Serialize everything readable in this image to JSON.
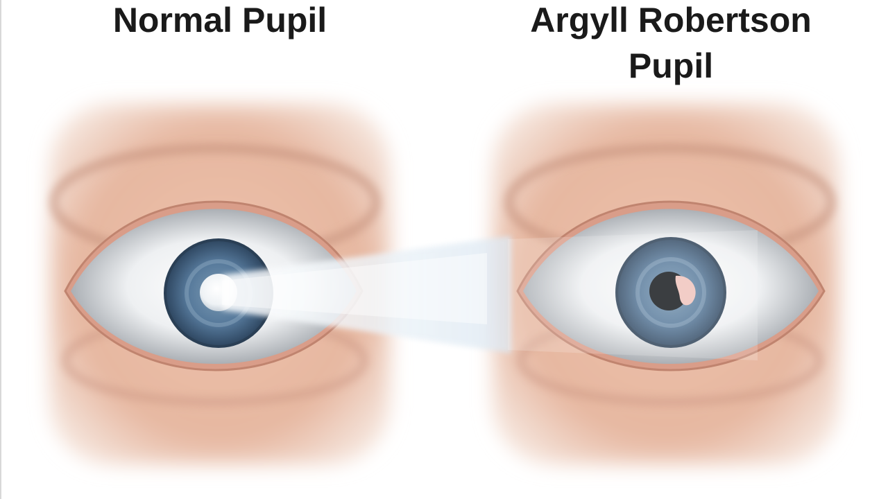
{
  "labels": {
    "left_title": "Normal Pupil",
    "right_title_line1": "Argyll Robertson",
    "right_title_line2": "Pupil"
  },
  "colors": {
    "skin": "#e6b7a0",
    "iris": "#4a6e8c",
    "sclera": "#e9ecee",
    "pupil": "#101418",
    "light_beam": "#dde9f3"
  }
}
